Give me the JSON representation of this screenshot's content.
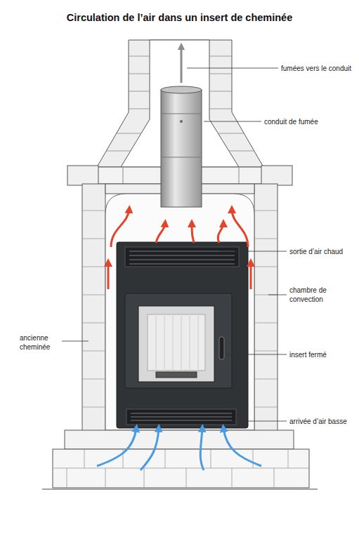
{
  "diagram": {
    "title": "Circulation de l’air dans un insert de cheminée",
    "labels": [
      "fumées vers le conduit",
      "conduit de fumée",
      "sortie d’air chaud",
      "chambre de convection",
      "ancienne cheminée",
      "insert fermé",
      "arrivée d’air basse"
    ]
  }
}
